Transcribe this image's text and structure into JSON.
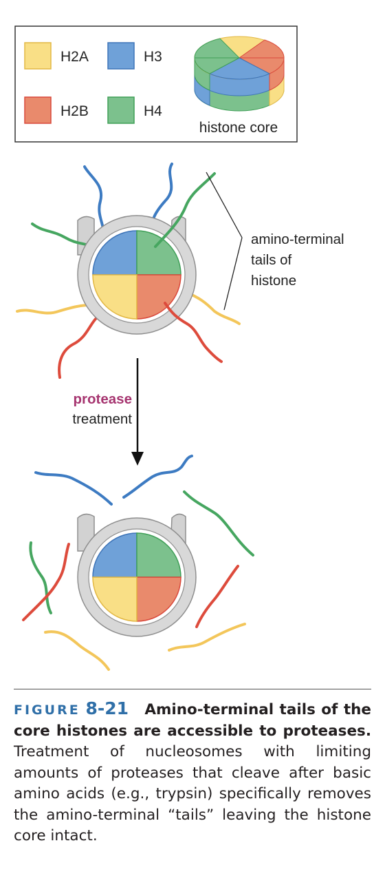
{
  "legend": {
    "items": [
      {
        "key": "h2a",
        "label": "H2A",
        "color": "#f9df86",
        "border": "#e2b743"
      },
      {
        "key": "h3",
        "label": "H3",
        "color": "#6fa1d8",
        "border": "#3d74b8"
      },
      {
        "key": "h2b",
        "label": "H2B",
        "color": "#e98a6c",
        "border": "#d9483b"
      },
      {
        "key": "h4",
        "label": "H4",
        "color": "#7cc18d",
        "border": "#3f9f57"
      }
    ],
    "core_label": "histone core"
  },
  "annotation": {
    "lines": [
      "amino-terminal",
      "tails of",
      "histone"
    ]
  },
  "arrow": {
    "label_highlight": "protease",
    "label_rest": "treatment",
    "highlight_color": "#a63570"
  },
  "tail_colors": {
    "h2a": "#f3c65a",
    "h2b": "#dd4b3c",
    "h3": "#3d7bc2",
    "h4": "#46a660"
  },
  "caption": {
    "figure_word": "FIGURE",
    "figure_number": "8-21",
    "title": "Amino-terminal tails of the core histones are accessible to proteases.",
    "body": "Treatment of nucleosomes with limiting amounts of proteases that cleave after basic amino acids (e.g., trypsin) specifically removes the amino-terminal “tails” leaving the histone core intact."
  }
}
